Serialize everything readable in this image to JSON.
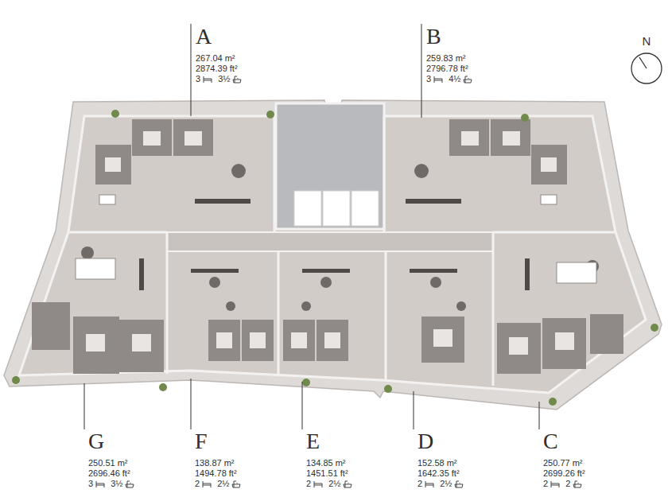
{
  "diagram": {
    "labels": [
      "A",
      "267.04 m²",
      "2874.39 ft²",
      "3",
      "3½",
      "B",
      "259.83 m²",
      "2796.78 ft²",
      "3",
      "4½",
      "N",
      "G",
      "250.51 m²",
      "2696.46 ft²",
      "3",
      "3½",
      "F",
      "138.87 m²",
      "1494.78 ft²",
      "2",
      "2½",
      "E",
      "134.85 m²",
      "1451.51 ft²",
      "2",
      "2½",
      "D",
      "152.58 m²",
      "1642.35 ft²",
      "2",
      "2½",
      "C",
      "250.77 m²",
      "2699.26 ft²",
      "2",
      "2"
    ]
  }
}
